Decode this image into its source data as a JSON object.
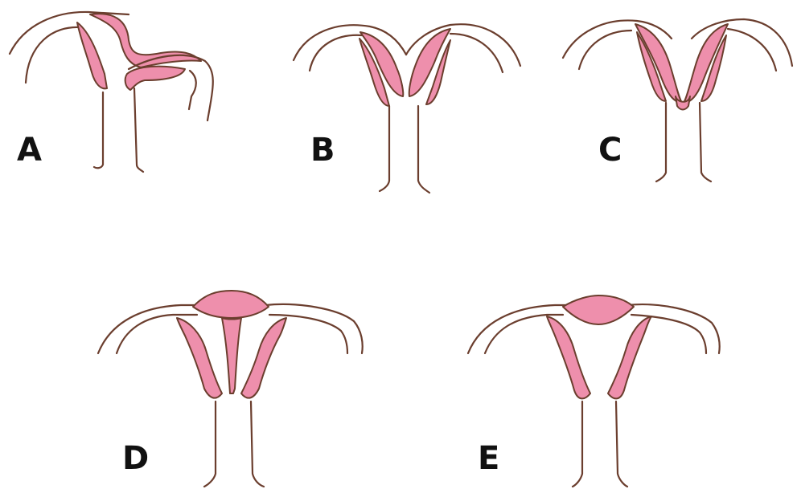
{
  "panels": [
    {
      "label": "A"
    },
    {
      "label": "B"
    },
    {
      "label": "C"
    },
    {
      "label": "D"
    },
    {
      "label": "E"
    }
  ],
  "colors": {
    "tissue_fill": "#ee8fac",
    "outline": "#6b3e2e",
    "label": "#111111",
    "background": "#ffffff"
  }
}
